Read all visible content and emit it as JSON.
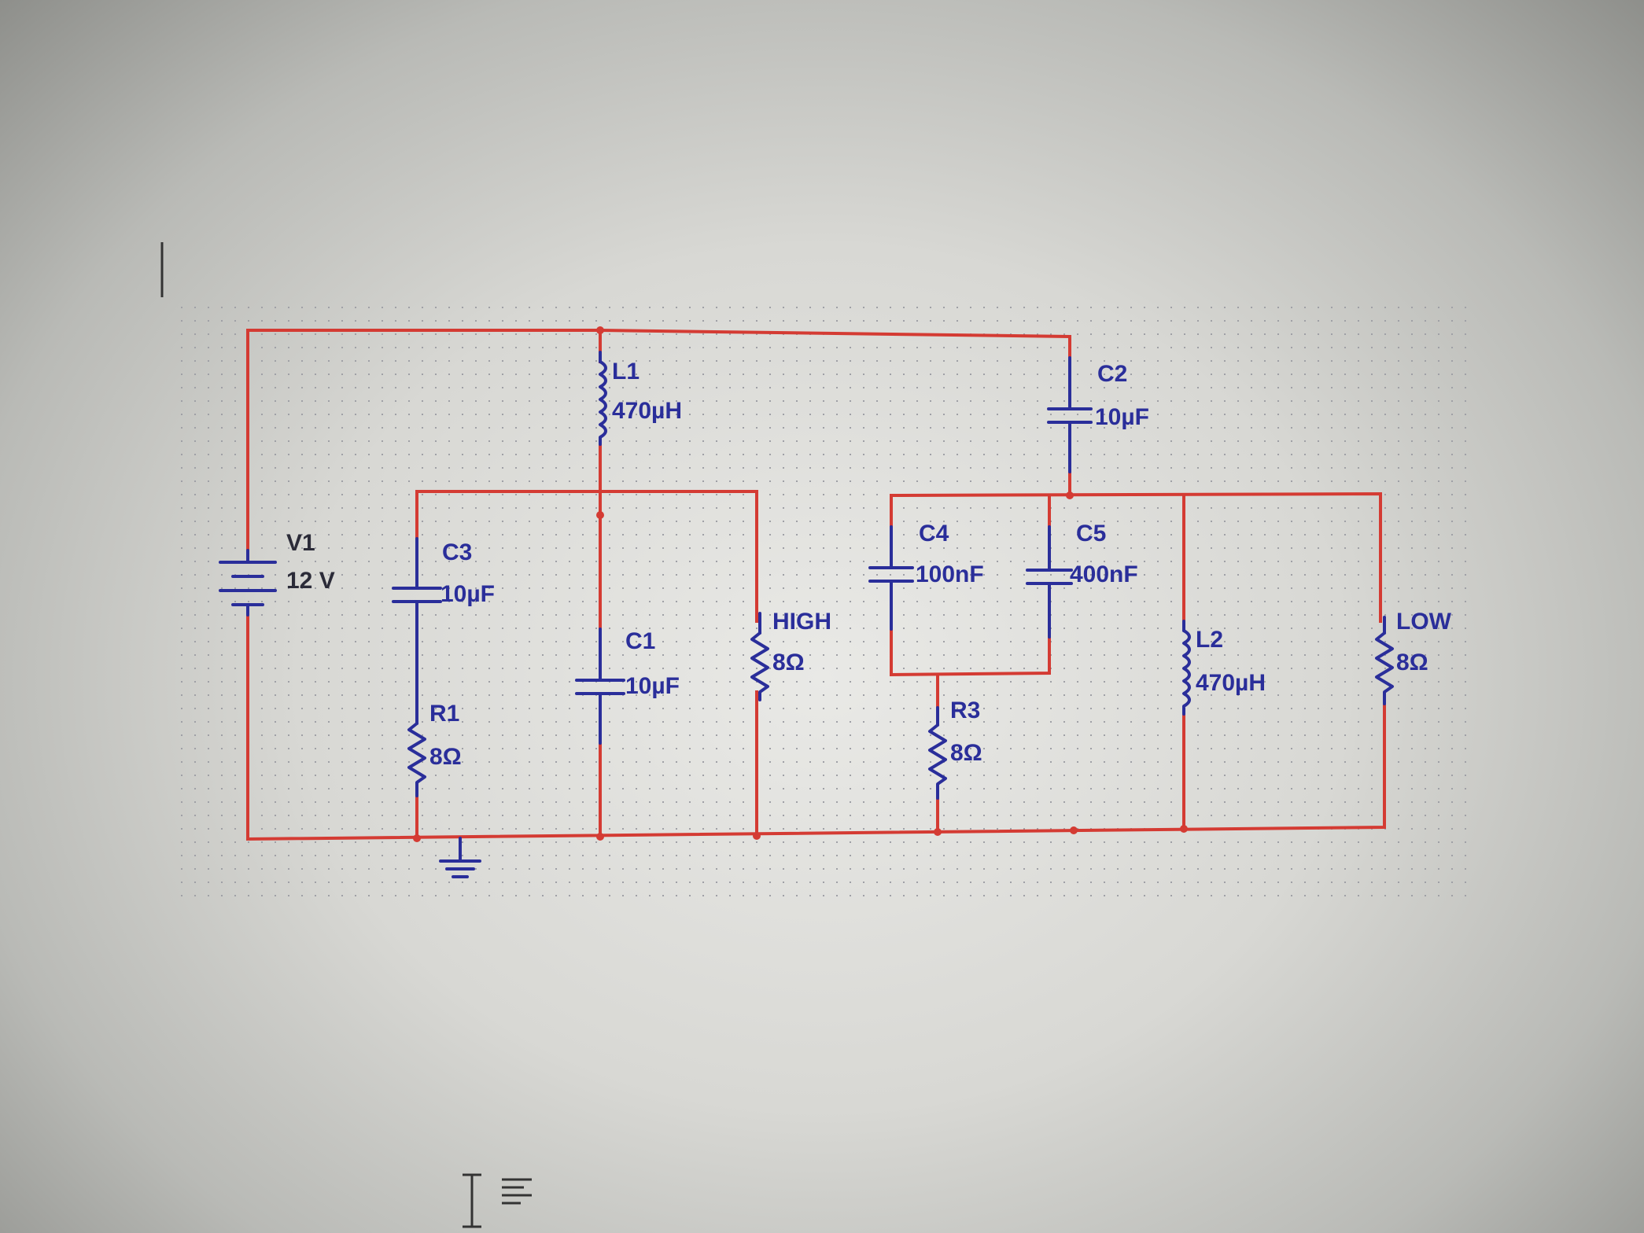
{
  "components": {
    "V1": {
      "name": "V1",
      "value": "12 V"
    },
    "L1": {
      "name": "L1",
      "value": "470µH"
    },
    "C2": {
      "name": "C2",
      "value": "10µF"
    },
    "C3": {
      "name": "C3",
      "value": "10µF"
    },
    "C1": {
      "name": "C1",
      "value": "10µF"
    },
    "HIGH": {
      "name": "HIGH",
      "value": "8Ω"
    },
    "R1": {
      "name": "R1",
      "value": "8Ω"
    },
    "C4": {
      "name": "C4",
      "value": "100nF"
    },
    "C5": {
      "name": "C5",
      "value": "400nF"
    },
    "R3": {
      "name": "R3",
      "value": "8Ω"
    },
    "L2": {
      "name": "L2",
      "value": "470µH"
    },
    "LOW": {
      "name": "LOW",
      "value": "8Ω"
    }
  },
  "colors": {
    "wire": "#d43b33",
    "component": "#2a2e9a",
    "grid": "#9fa0a6"
  },
  "icons": {
    "ground": "ground-icon",
    "text_cursor": "text-cursor-icon",
    "text_align": "align-left-icon"
  }
}
